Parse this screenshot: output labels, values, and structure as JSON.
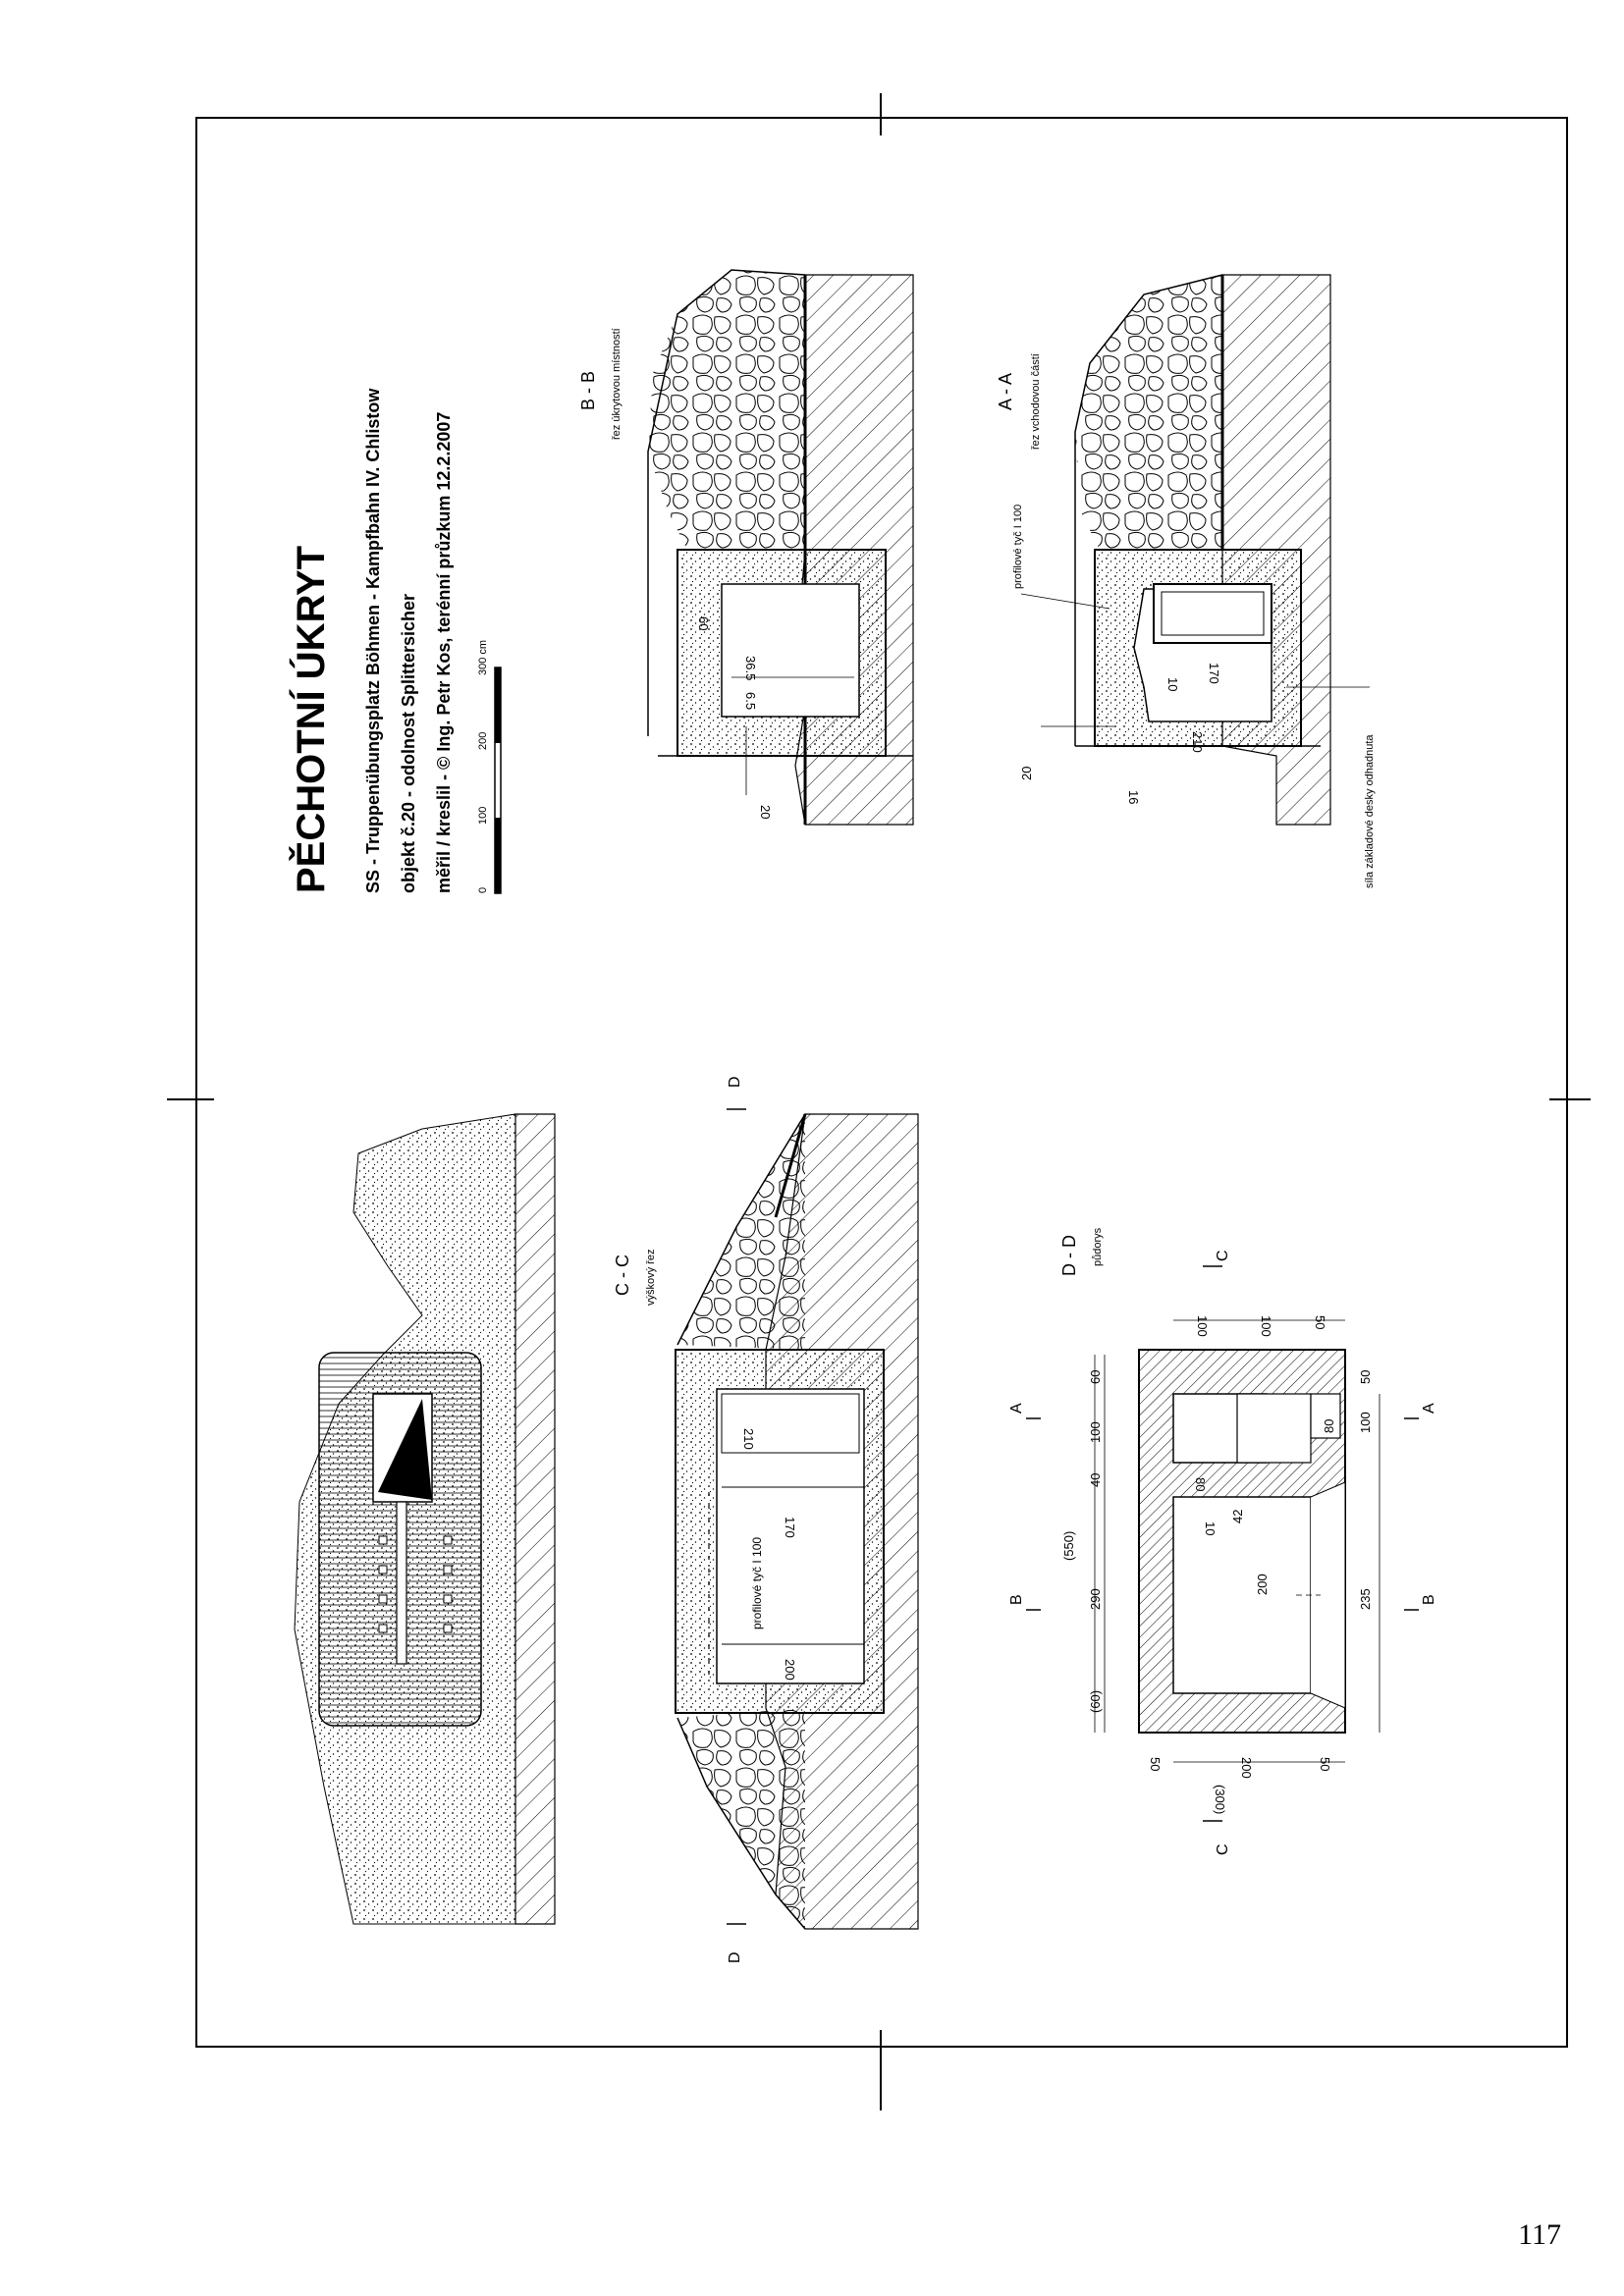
{
  "title": {
    "main": "PĚCHOTNÍ ÚKRYT",
    "line1": "SS - Truppenübungsplatz Böhmen - Kampfbahn IV. Chlistow",
    "line2": "objekt č.20 - odolnost Splittersicher",
    "line3": "měřil / kreslil - © Ing. Petr Kos, terénní průzkum 12.2.2007"
  },
  "scale_bar": {
    "ticks": [
      "0",
      "100",
      "200",
      "300 cm"
    ]
  },
  "sections": {
    "bb": {
      "name": "B - B",
      "caption": "řez úkrytovou místností",
      "dims": {
        "d60": "60",
        "d365": "36.5",
        "d65": "6.5",
        "d20": "20"
      }
    },
    "aa": {
      "name": "A - A",
      "caption": "řez vchodovou částí",
      "profile_label": "profilové tyč I 100",
      "bottom_note": "síla základové desky odhadnuta",
      "dims": {
        "d10": "10",
        "d170": "170",
        "d210": "210",
        "d20": "20",
        "d16": "16"
      }
    },
    "cc": {
      "name": "C - C",
      "caption": "výškový řez",
      "profile_label": "profilové tyč I 100",
      "dims": {
        "d210": "210",
        "d170": "170",
        "d200": "200"
      }
    },
    "dd": {
      "name": "D - D",
      "caption": "půdorys",
      "dims": {
        "d60a": "60",
        "d100a": "100",
        "d40": "40",
        "d550": "(550)",
        "d290": "290",
        "d60b": "(60)",
        "d80a": "80",
        "d10": "10",
        "d42": "42",
        "d200": "200",
        "d50a": "50",
        "d100b": "100",
        "d80b": "80",
        "d235": "235",
        "d100c": "100",
        "d100d": "100",
        "d50b": "50",
        "d50c": "50",
        "d200b": "200",
        "d50d": "50",
        "d300": "(300)"
      }
    },
    "cut_letters": {
      "a": "A",
      "b": "B",
      "c": "C",
      "d": "D"
    }
  },
  "page_number": "117"
}
